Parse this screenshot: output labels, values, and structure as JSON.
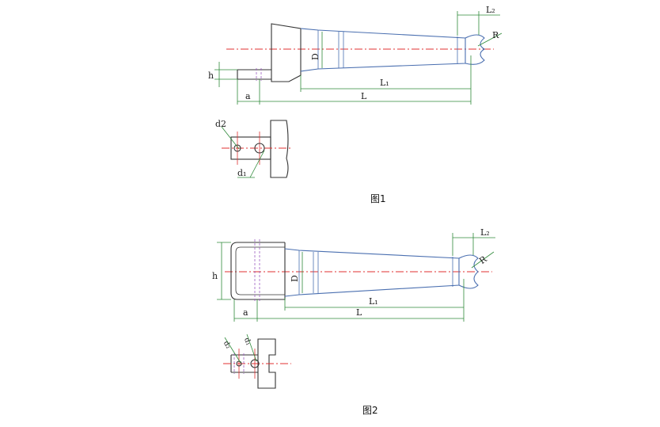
{
  "figures": [
    {
      "caption": "图1",
      "dims": {
        "L2": "L₂",
        "R": "R",
        "D": "D",
        "h": "h",
        "L1": "L₁",
        "a": "a",
        "L": "L"
      },
      "detail": {
        "d2": "d2",
        "d1": "d₁"
      }
    },
    {
      "caption": "图2",
      "dims": {
        "L2": "L₂",
        "R": "R",
        "D": "D",
        "h": "h",
        "L1": "L₁",
        "a": "a",
        "L": "L"
      },
      "detail": {
        "d2": "d₂",
        "d1": "d₁"
      }
    }
  ],
  "colors": {
    "body": "#4a6fb0",
    "centerline": "#e03030",
    "dimension": "#2f8a3a",
    "outline": "#333333"
  }
}
